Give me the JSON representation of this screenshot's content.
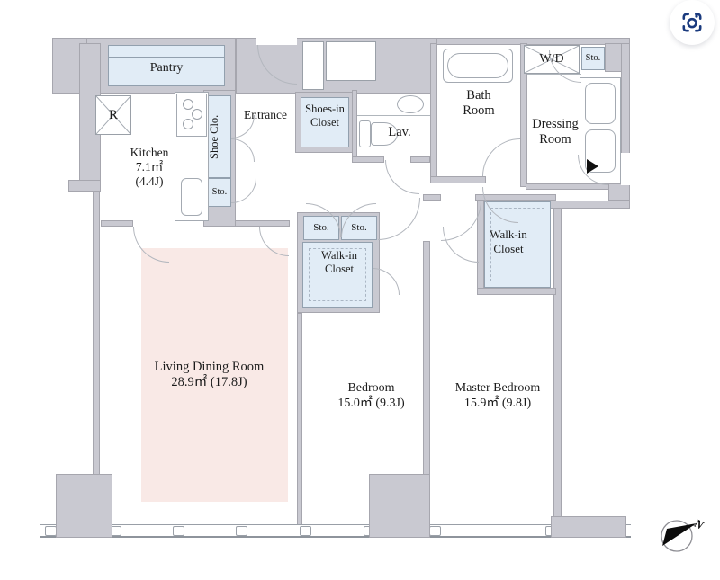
{
  "palette": {
    "wall": "#c9c9d1",
    "closet_fill": "#e1ecf6",
    "living_fill": "#f9e9e6",
    "icon_blue": "#1a3a7e",
    "text": "#1b1b1b"
  },
  "rooms": {
    "pantry": {
      "label": "Pantry"
    },
    "refrigerator": {
      "label": "R"
    },
    "kitchen": {
      "name": "Kitchen",
      "area_m2": "7.1㎡",
      "area_j": "(4.4J)"
    },
    "shoe_closet": {
      "label": "Shoe Clo."
    },
    "shoe_closet_storage": {
      "label": "Sto."
    },
    "entrance": {
      "label": "Entrance"
    },
    "shoes_in_closet": {
      "line1": "Shoes-in",
      "line2": "Closet"
    },
    "lavatory": {
      "label": "Lav."
    },
    "bath": {
      "line1": "Bath",
      "line2": "Room"
    },
    "washer_dryer": {
      "label": "W/D"
    },
    "wd_storage": {
      "label": "Sto."
    },
    "dressing": {
      "line1": "Dressing",
      "line2": "Room"
    },
    "hall_storage_1": {
      "label": "Sto."
    },
    "hall_storage_2": {
      "label": "Sto."
    },
    "walk_in_closet_bedroom": {
      "line1": "Walk-in",
      "line2": "Closet"
    },
    "walk_in_closet_master": {
      "line1": "Walk-in",
      "line2": "Closet"
    },
    "living": {
      "name": "Living Dining Room",
      "area": "28.9㎡ (17.8J)"
    },
    "bedroom": {
      "name": "Bedroom",
      "area": "15.0㎡ (9.3J)"
    },
    "master_bedroom": {
      "name": "Master Bedroom",
      "area": "15.9㎡ (9.8J)"
    }
  },
  "compass": {
    "label": "N"
  }
}
